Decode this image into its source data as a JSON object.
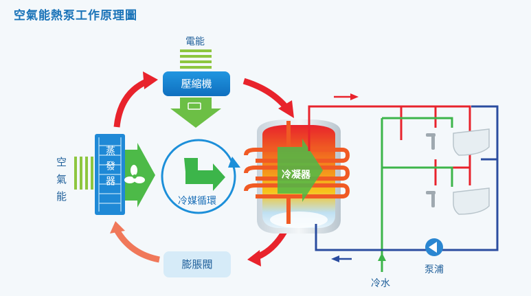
{
  "title": "空氣能熱泵工作原理圖",
  "labels": {
    "electric_energy": "電能",
    "compressor": "壓縮機",
    "refrigerant_cycle": "冷媒循環",
    "expansion_valve": "膨脹閥",
    "condenser": "冷凝器",
    "air_energy": "空氣能",
    "evaporator": "蒸發器",
    "cold_water": "冷水",
    "pump": "泵浦"
  },
  "colors": {
    "hot": "#e8232c",
    "cold": "#2a4c9f",
    "green": "#3cb54a",
    "cycle_blue": "#1c8fd9",
    "box_blue": "#1a7fd0"
  }
}
